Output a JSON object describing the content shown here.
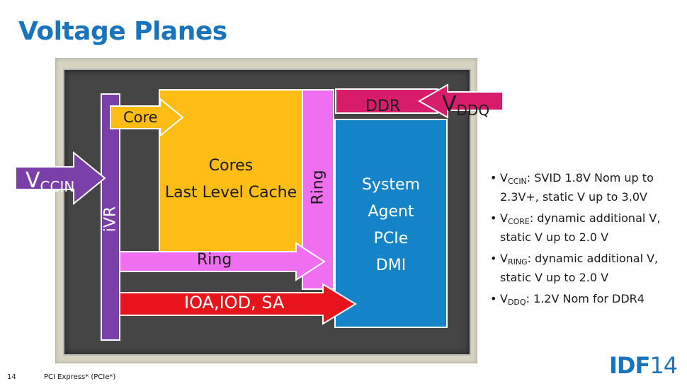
{
  "title": "Voltage Planes",
  "blocks": {
    "cores_line1": "Cores",
    "cores_line2": "Last Level Cache",
    "ring_vertical": "Ring",
    "system_agent": [
      "System",
      "Agent",
      "PCIe",
      "DMI"
    ],
    "ivr": "iVR",
    "ddr": "DDR"
  },
  "arrows": {
    "core": "Core",
    "ring": "Ring",
    "ioa": "IOA,IOD, SA",
    "vccin_main": "V",
    "vccin_sub": "CCIN",
    "vddq_main": "V",
    "vddq_sub": "DDQ"
  },
  "colors": {
    "title": "#1874bd",
    "cores": "#fdbd14",
    "ring": "#f06ef0",
    "system_agent": "#1483c7",
    "ivr": "#7b3fa9",
    "ddr": "#d81c6c",
    "ioa": "#e8141c"
  },
  "bullets": [
    {
      "v": "V",
      "sub": "CCIN",
      "text": ": SVID 1.8V Nom up to 2.3V+, static V up to 3.0V"
    },
    {
      "v": "V",
      "sub": "CORE",
      "text": ": dynamic additional V, static V up to 2.0 V"
    },
    {
      "v": "V",
      "sub": "RING",
      "text": ": dynamic additional V, static V up to 2.0 V"
    },
    {
      "v": "V",
      "sub": "DDQ",
      "text": ": 1.2V Nom for DDR4"
    }
  ],
  "footer": {
    "page_number": "14",
    "note": "PCI Express* (PCIe*)"
  },
  "logo": {
    "brand": "IDF",
    "year": "14"
  }
}
